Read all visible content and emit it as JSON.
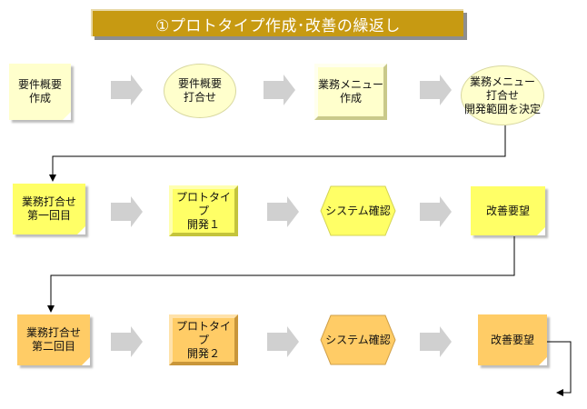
{
  "header": {
    "title": "①プロトタイプ作成･改善の繰返し"
  },
  "row1": {
    "step1": "要件概要\n作成",
    "step2": "要件概要\n打合せ",
    "step3": "業務メニュー\n作成",
    "step4": "業務メニュー\n打合せ\n開発範囲を決定"
  },
  "row2": {
    "step1": "業務打合せ\n第一回目",
    "step2": "プロトタイプ\n開発１",
    "step3": "システム確認",
    "step4": "改善要望"
  },
  "row3": {
    "step1": "業務打合せ\n第二回目",
    "step2": "プロトタイプ\n開発２",
    "step3": "システム確認",
    "step4": "改善要望"
  },
  "colors": {
    "title_bg": "#c79a12",
    "row1_fill": "#ffffcc",
    "row2_fill": "#ffff66",
    "row3_fill": "#ffcc66",
    "arrow_gray": "#d0d0d0",
    "connector": "#000000"
  }
}
